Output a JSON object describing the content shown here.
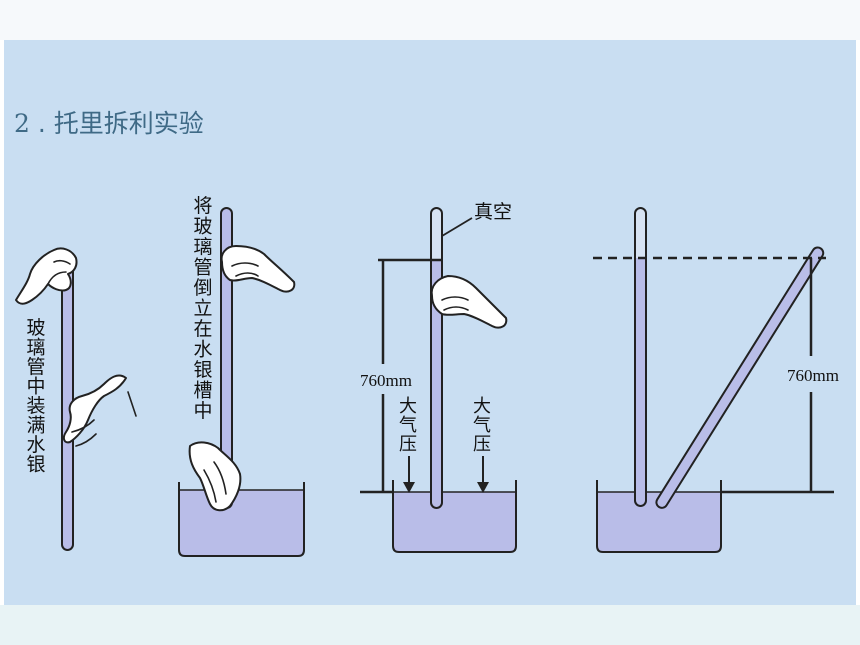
{
  "slide": {
    "title_number": "2",
    "title_separator": ".",
    "title_text": "托里拆利实验"
  },
  "steps": [
    {
      "caption_chars": [
        "玻",
        "璃",
        "管",
        "中",
        "装",
        "满",
        "水",
        "银"
      ]
    },
    {
      "caption_chars": [
        "将",
        "玻",
        "璃",
        "管",
        "倒",
        "立",
        "在",
        "水",
        "银",
        "槽",
        "中"
      ]
    },
    {
      "vacuum_label": "真空",
      "height_label": "760mm",
      "pressure_label_left": [
        "大",
        "气",
        "压"
      ],
      "pressure_label_right": [
        "大",
        "气",
        "压"
      ]
    },
    {
      "height_label": "760mm"
    }
  ],
  "colors": {
    "mercury": "#b9bde8",
    "tube_glass": "#d7e3f3",
    "outline": "#222222",
    "background": "#c9def2"
  }
}
